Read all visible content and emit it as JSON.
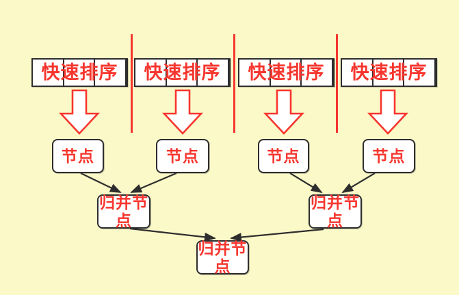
{
  "diagram": {
    "title": "quick-sort to merge-node tree diagram",
    "colors": {
      "background": "#fbf9c8",
      "accent_red": "#f6362e",
      "box_border": "#2e2e2e",
      "box_fill": "#ffffff",
      "connector_line": "#2e2e2e"
    },
    "quick_sort_boxes": [
      {
        "label": "快速排序",
        "cells": 3
      },
      {
        "label": "快速排序",
        "cells": 3
      },
      {
        "label": "快速排序",
        "cells": 3
      },
      {
        "label": "快速排序",
        "cells": 3
      }
    ],
    "separator_count": 3,
    "node_boxes": [
      {
        "label": "节点"
      },
      {
        "label": "节点"
      },
      {
        "label": "节点"
      },
      {
        "label": "节点"
      }
    ],
    "merge_boxes": [
      {
        "label": "归并节点"
      },
      {
        "label": "归并节点"
      }
    ],
    "root_box": {
      "label": "归并节点"
    }
  }
}
